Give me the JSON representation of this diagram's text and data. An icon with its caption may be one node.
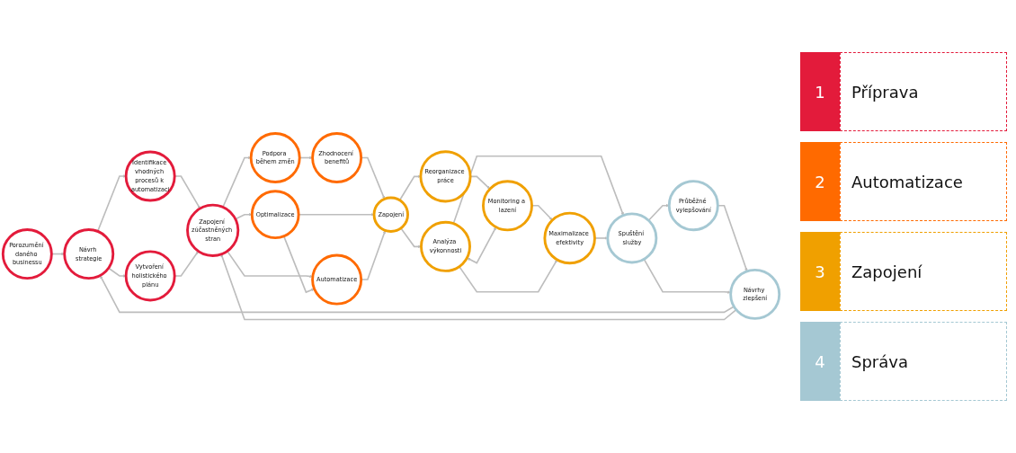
{
  "diagram": {
    "nodes": [
      {
        "text": [
          "Porozumění daného businessu"
        ]
      },
      {
        "text": [
          "Návrh strategie"
        ]
      },
      {
        "text": [
          "Identifikace vhodných procesů k automatizaci"
        ]
      },
      {
        "text": [
          "Vytvoření holistického plánu"
        ]
      },
      {
        "text": [
          "Zapojení zúčastněných stran"
        ]
      },
      {
        "text": [
          "Podpora během změn"
        ]
      },
      {
        "text": [
          "Zhodnocení benefitů"
        ]
      },
      {
        "text": [
          "Optimalizace"
        ]
      },
      {
        "text": [
          "Automatizace"
        ]
      },
      {
        "text": [
          "Zapojení"
        ]
      },
      {
        "text": [
          "Návrhy zlepšení"
        ]
      },
      {
        "text": [
          "Analýza výkonnosti"
        ]
      },
      {
        "text": [
          "Průběžné vylepšování"
        ]
      },
      {
        "text": [
          "Spuštění služby"
        ]
      },
      {
        "text": [
          "Maximalizace efektivity"
        ]
      },
      {
        "text": [
          "Monitoring a lazení"
        ]
      },
      {
        "text": [
          "Reorganizace práce"
        ]
      }
    ],
    "edges": [
      {
        "from": 0,
        "to": 1,
        "arrow": "to"
      },
      {
        "from": 1,
        "to": 2,
        "arrow": "to"
      },
      {
        "from": 1,
        "to": 3,
        "arrow": "to"
      },
      {
        "from": 2,
        "to": 4,
        "arrow": "to"
      },
      {
        "from": 3,
        "to": 4,
        "arrow": "to"
      },
      {
        "from": 4,
        "to": 5,
        "arrow": "to"
      },
      {
        "from": 4,
        "to": 7,
        "arrow": "to"
      },
      {
        "from": 4,
        "to": 8,
        "arrow": "to"
      },
      {
        "from": 5,
        "to": 6,
        "arrow": "to"
      },
      {
        "from": 6,
        "to": 9,
        "arrow": "to"
      },
      {
        "from": 7,
        "to": 8,
        "arrow": "to"
      },
      {
        "from": 7,
        "to": 9,
        "arrow": "to"
      },
      {
        "from": 8,
        "to": 9,
        "arrow": "to"
      },
      {
        "from": 10,
        "to": 1,
        "arrow": "to"
      },
      {
        "from": 10,
        "to": 4,
        "arrow": "to"
      },
      {
        "from": 9,
        "to": 11,
        "arrow": "to"
      },
      {
        "from": 9,
        "to": 16,
        "arrow": "to"
      },
      {
        "from": 16,
        "to": 15,
        "arrow": "to"
      },
      {
        "from": 15,
        "to": 14,
        "arrow": "to"
      },
      {
        "from": 11,
        "to": 15,
        "arrow": "both"
      },
      {
        "from": 11,
        "to": 14,
        "arrow": "to"
      },
      {
        "from": 11,
        "to": 13,
        "arrow": "to"
      },
      {
        "from": 14,
        "to": 13,
        "arrow": "to"
      },
      {
        "from": 13,
        "to": 12,
        "arrow": "to"
      },
      {
        "from": 12,
        "to": 10,
        "arrow": "to"
      },
      {
        "from": 13,
        "to": 10,
        "arrow": "to"
      }
    ],
    "labels": [
      "1",
      "2",
      "3",
      "4"
    ],
    "legend": [
      {
        "text": "Příprava",
        "color": "#e31b3b"
      },
      {
        "text": "Automatizace",
        "color": "#ff6a00"
      },
      {
        "text": "Zapojení",
        "color": "#f0a000"
      },
      {
        "text": "Správa",
        "color": "#a5c8d3"
      }
    ]
  }
}
